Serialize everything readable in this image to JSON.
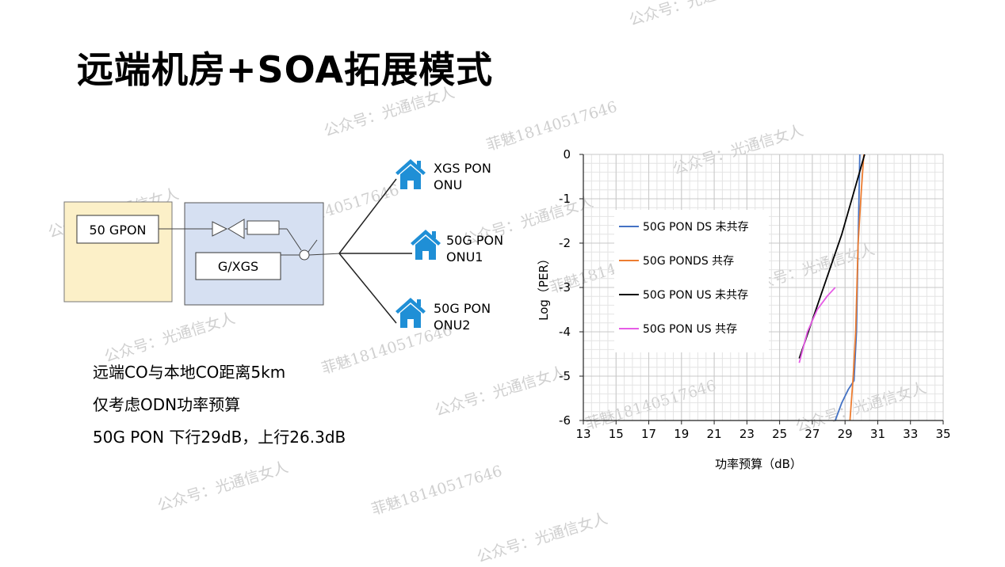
{
  "title": "远端机房+SOA拓展模式",
  "diagram": {
    "olt_box": "50 GPON",
    "gxgs_box": "G/XGS",
    "onus": [
      {
        "line1": "XGS PON",
        "line2": "ONU"
      },
      {
        "line1": "50G PON",
        "line2": "ONU1"
      },
      {
        "line1": "50G PON",
        "line2": "ONU2"
      }
    ],
    "colors": {
      "co_local": "#fcf0c8",
      "co_remote": "#d6e0f2",
      "house": "#1f8fd6"
    }
  },
  "notes": [
    "远端CO与本地CO距离5km",
    "仅考虑ODN功率预算",
    "50G PON 下行29dB，上行26.3dB"
  ],
  "watermarks": {
    "account": "公众号：光通信女人",
    "phone": "菲魅18140517646"
  },
  "chart_data": {
    "type": "line",
    "xlabel": "功率预算（dB）",
    "ylabel": "Log（PER）",
    "xlim": [
      13,
      35
    ],
    "ylim": [
      -6,
      0
    ],
    "xticks": [
      "13",
      "15",
      "17",
      "19",
      "21",
      "23",
      "25",
      "27",
      "29",
      "31",
      "33",
      "35"
    ],
    "yticks": [
      "0",
      "-1",
      "-2",
      "-3",
      "-4",
      "-5",
      "-6"
    ],
    "grid": true,
    "legend_position": "upper-left-inside",
    "series": [
      {
        "name": "50G PON DS 未共存",
        "color": "#4472c4",
        "x": [
          28.4,
          28.8,
          29.2,
          29.55,
          29.7,
          29.8,
          29.9
        ],
        "y": [
          -6,
          -5.6,
          -5.3,
          -5.1,
          -4.0,
          -2.0,
          0
        ]
      },
      {
        "name": "50G PONDS 共存",
        "color": "#ed7d31",
        "x": [
          29.3,
          29.5,
          29.65,
          29.8,
          30.0,
          30.15
        ],
        "y": [
          -6,
          -5.0,
          -4.0,
          -2.0,
          -0.8,
          0
        ]
      },
      {
        "name": "50G PON US 未共存",
        "color": "#000000",
        "x": [
          26.2,
          27.5,
          28.8,
          30.2
        ],
        "y": [
          -4.6,
          -3.2,
          -1.8,
          0
        ]
      },
      {
        "name": "50G PON US 共存",
        "color": "#e65ce6",
        "x": [
          26.2,
          26.7,
          27.3,
          27.9,
          28.4
        ],
        "y": [
          -4.7,
          -4.0,
          -3.5,
          -3.2,
          -3.0
        ]
      }
    ]
  }
}
